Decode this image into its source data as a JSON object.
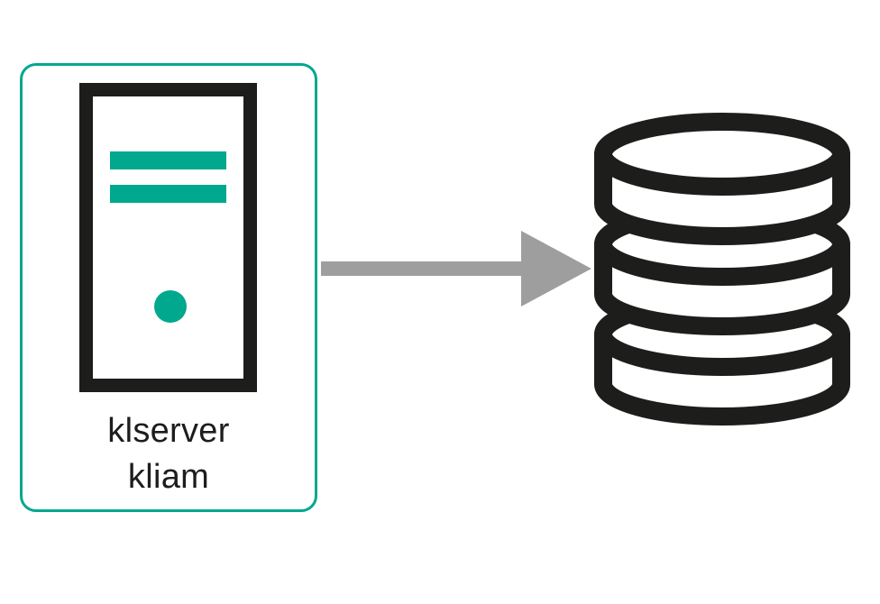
{
  "colors": {
    "accent": "#00A88E",
    "ink": "#1D1D1B",
    "arrow": "#9E9E9E",
    "background": "#FFFFFF"
  },
  "diagram": {
    "server_node": {
      "icon": "server-tower-icon",
      "labels": [
        "klserver",
        "kliam"
      ]
    },
    "connector": {
      "icon": "arrow-right-icon",
      "direction": "right",
      "from": "server_node",
      "to": "database_node"
    },
    "database_node": {
      "icon": "database-icon",
      "disc_count": 3
    }
  }
}
